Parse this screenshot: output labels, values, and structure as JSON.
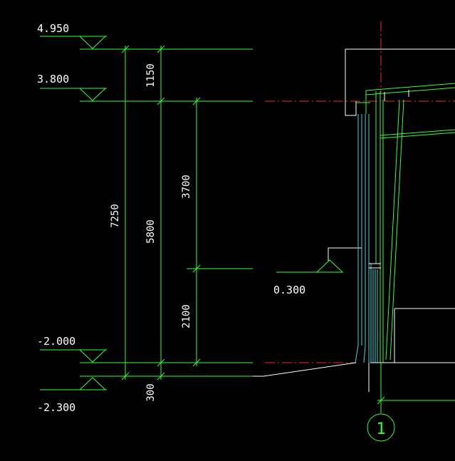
{
  "colors": {
    "background": "#000000",
    "dimension_line": "#33ff33",
    "axis_line": "#ff2222",
    "outline": "#ffffff",
    "detail": "#33dddd",
    "text": "#ffffff",
    "dimension_text": "#ffffff"
  },
  "elevations": {
    "e1": "4.950",
    "e2": "3.800",
    "e3": "0.300",
    "e4": "-2.000",
    "e5": "-2.300"
  },
  "dimensions": {
    "total": "7250",
    "upper_segment": "1150",
    "main_segment": "5800",
    "segment_3700": "3700",
    "segment_2100": "2100",
    "bottom_segment": "300"
  },
  "axis_bubble": {
    "label": "1",
    "icon": "axis-grid-bubble-icon"
  }
}
